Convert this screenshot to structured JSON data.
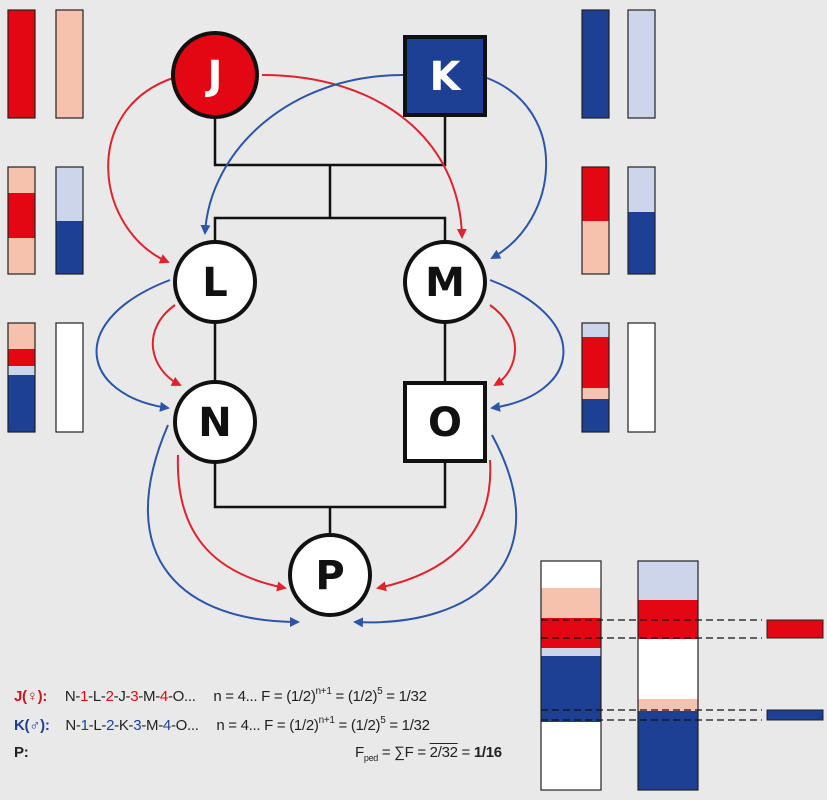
{
  "nodes": {
    "J": "J",
    "K": "K",
    "L": "L",
    "M": "M",
    "N": "N",
    "O": "O",
    "P": "P"
  },
  "colors": {
    "maternal": "#e30613",
    "maternal_light": "#f6c2ae",
    "paternal": "#1d3f94",
    "paternal_light": "#cdd5ea",
    "empty": "#ffffff",
    "arrow_red": "#e1222d",
    "arrow_blue": "#2a55a8"
  },
  "legend": {
    "row1": {
      "person": "J(♀):",
      "path": [
        "N",
        "-",
        "1",
        "-",
        "L",
        "-",
        "2",
        "-",
        "J",
        "-",
        "3",
        "-",
        "M",
        "-",
        "4",
        "-",
        "O..."
      ],
      "n_text": "n = 4...",
      "f_prefix": "F = (1/2)",
      "f_exp": "n+1",
      "f_mid": " = (1/2)",
      "f_exp2": "5",
      "f_result": " = 1/32"
    },
    "row2": {
      "person": "K(♂):",
      "path": [
        "N",
        "-",
        "1",
        "-",
        "L",
        "-",
        "2",
        "-",
        "K",
        "-",
        "3",
        "-",
        "M",
        "-",
        "4",
        "-",
        "O..."
      ],
      "n_text": "n = 4...",
      "f_prefix": "F = (1/2)",
      "f_exp": "n+1",
      "f_mid": " = (1/2)",
      "f_exp2": "5",
      "f_result": " = 1/32"
    },
    "row3": {
      "person": "P:",
      "f_label": "F",
      "f_sub": "ped",
      "f_eq": " = ∑F = ",
      "f_sum": "2/32",
      "f_eq2": " = ",
      "f_final": "1/16"
    }
  }
}
